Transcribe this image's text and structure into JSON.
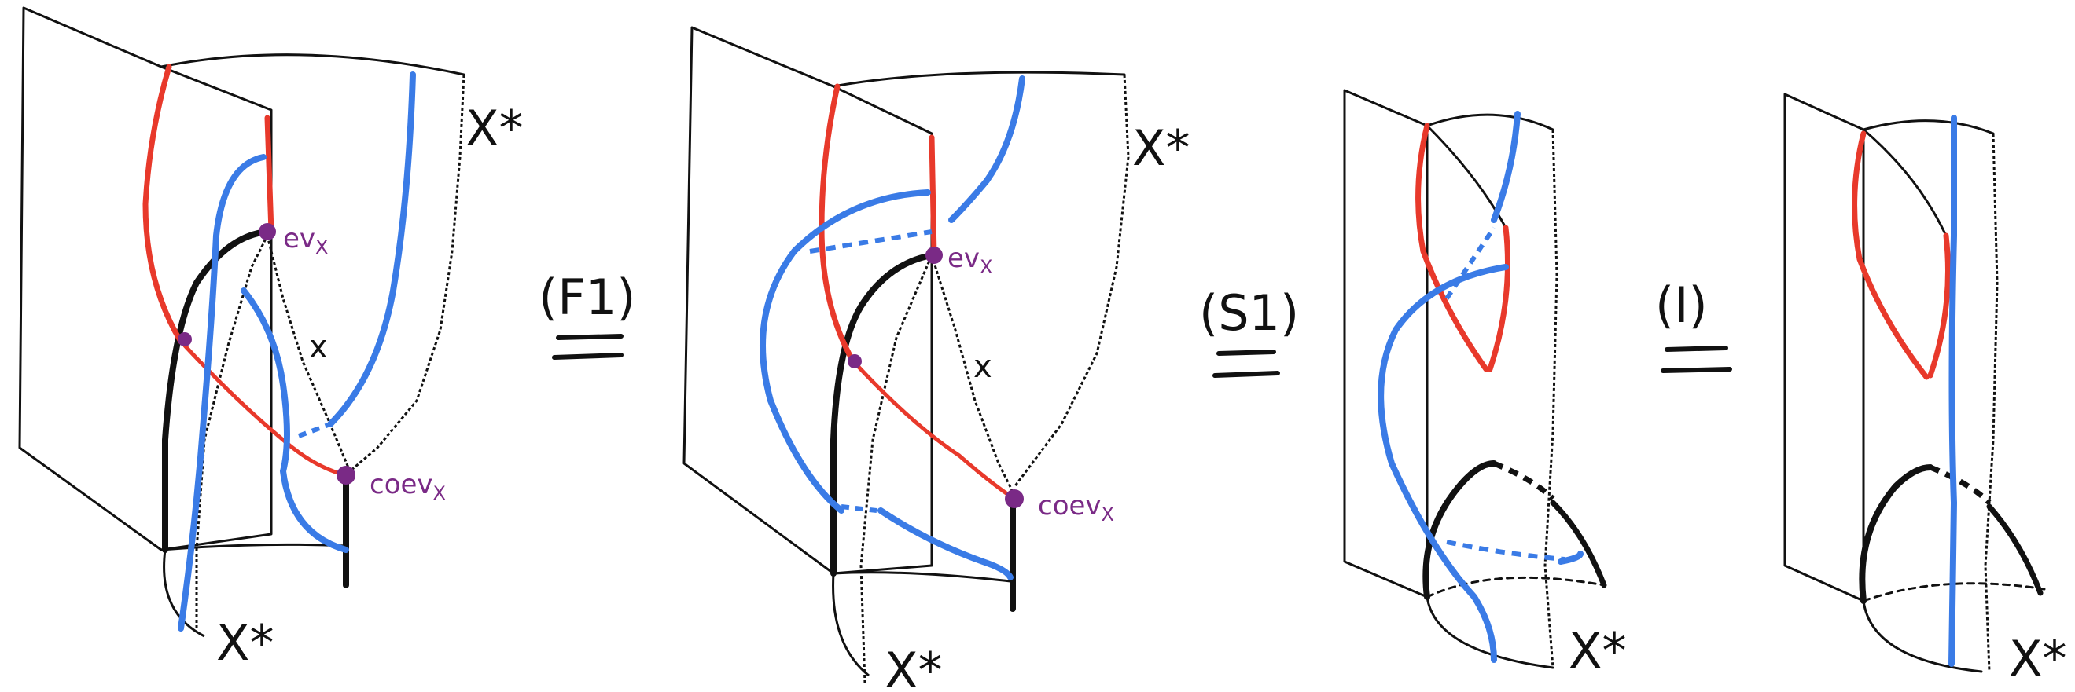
{
  "colors": {
    "ink": "#111111",
    "red": "#e8392b",
    "blue": "#3a7be6",
    "purple": "#7a2a86"
  },
  "panels": [
    {
      "labels": {
        "top_right": "X*",
        "bottom": "X*",
        "middle": "x",
        "ev": "ev",
        "ev_sub": "X",
        "coev": "coev",
        "coev_sub": "X"
      }
    },
    {
      "labels": {
        "top_right": "X*",
        "bottom": "X*",
        "middle": "x",
        "ev": "ev",
        "ev_sub": "X",
        "coev": "coev",
        "coev_sub": "X"
      }
    },
    {
      "labels": {
        "bottom": "X*"
      }
    },
    {
      "labels": {
        "bottom": "X*"
      }
    }
  ],
  "equalities": [
    {
      "label": "(F1)"
    },
    {
      "label": "(S1)"
    },
    {
      "label": "(I)"
    }
  ]
}
